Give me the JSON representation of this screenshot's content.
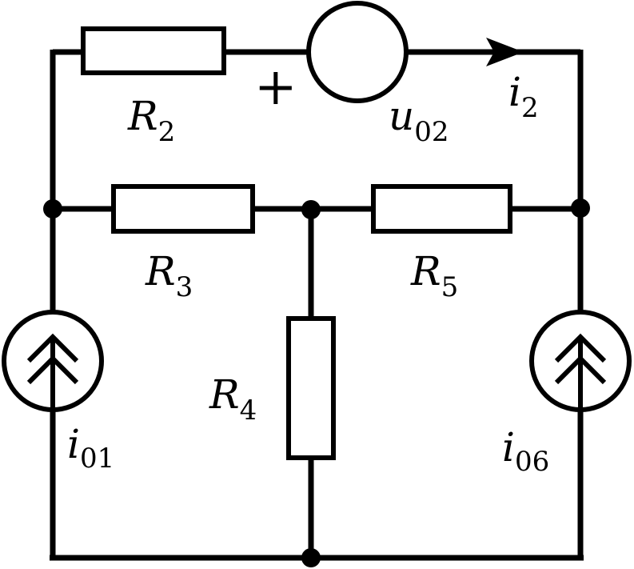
{
  "labels": {
    "R2": {
      "main": "R",
      "sub": "2"
    },
    "R3": {
      "main": "R",
      "sub": "3"
    },
    "R4": {
      "main": "R",
      "sub": "4"
    },
    "R5": {
      "main": "R",
      "sub": "5"
    },
    "u02": {
      "main": "u",
      "sub": "02"
    },
    "i2": {
      "main": "i",
      "sub": "2"
    },
    "i01": {
      "main": "i",
      "sub": "01"
    },
    "i06": {
      "main": "i",
      "sub": "06"
    },
    "polarity": "+"
  }
}
